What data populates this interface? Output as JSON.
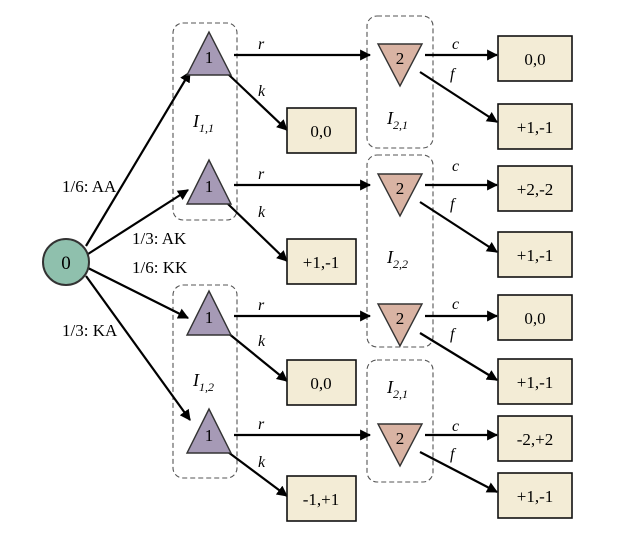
{
  "chance_node": {
    "label": "0"
  },
  "deals": [
    {
      "label": "1/6: AA"
    },
    {
      "label": "1/3: AK"
    },
    {
      "label": "1/6: KK"
    },
    {
      "label": "1/3: KA"
    }
  ],
  "player1_nodes": [
    {
      "label": "1",
      "actions": {
        "raise": "r",
        "check": "k"
      },
      "check_payoff": "0,0"
    },
    {
      "label": "1",
      "actions": {
        "raise": "r",
        "check": "k"
      },
      "check_payoff": "+1,-1"
    },
    {
      "label": "1",
      "actions": {
        "raise": "r",
        "check": "k"
      },
      "check_payoff": "0,0"
    },
    {
      "label": "1",
      "actions": {
        "raise": "r",
        "check": "k"
      },
      "check_payoff": "-1,+1"
    }
  ],
  "player2_nodes": [
    {
      "label": "2",
      "actions": {
        "call": "c",
        "fold": "f"
      },
      "call_payoff": "0,0",
      "fold_payoff": "+1,-1"
    },
    {
      "label": "2",
      "actions": {
        "call": "c",
        "fold": "f"
      },
      "call_payoff": "+2,-2",
      "fold_payoff": "+1,-1"
    },
    {
      "label": "2",
      "actions": {
        "call": "c",
        "fold": "f"
      },
      "call_payoff": "0,0",
      "fold_payoff": "+1,-1"
    },
    {
      "label": "2",
      "actions": {
        "call": "c",
        "fold": "f"
      },
      "call_payoff": "-2,+2",
      "fold_payoff": "+1,-1"
    }
  ],
  "information_sets": {
    "i11": {
      "main": "I",
      "sub": "1,1"
    },
    "i12": {
      "main": "I",
      "sub": "1,2"
    },
    "i21_top": {
      "main": "I",
      "sub": "2,1"
    },
    "i22": {
      "main": "I",
      "sub": "2,2"
    },
    "i21_bottom": {
      "main": "I",
      "sub": "2,1"
    }
  },
  "colors": {
    "chance": "#8fc0ad",
    "player1": "#a69ab6",
    "player2": "#d9b3a3",
    "payoff_box": "#f3ecd6"
  }
}
